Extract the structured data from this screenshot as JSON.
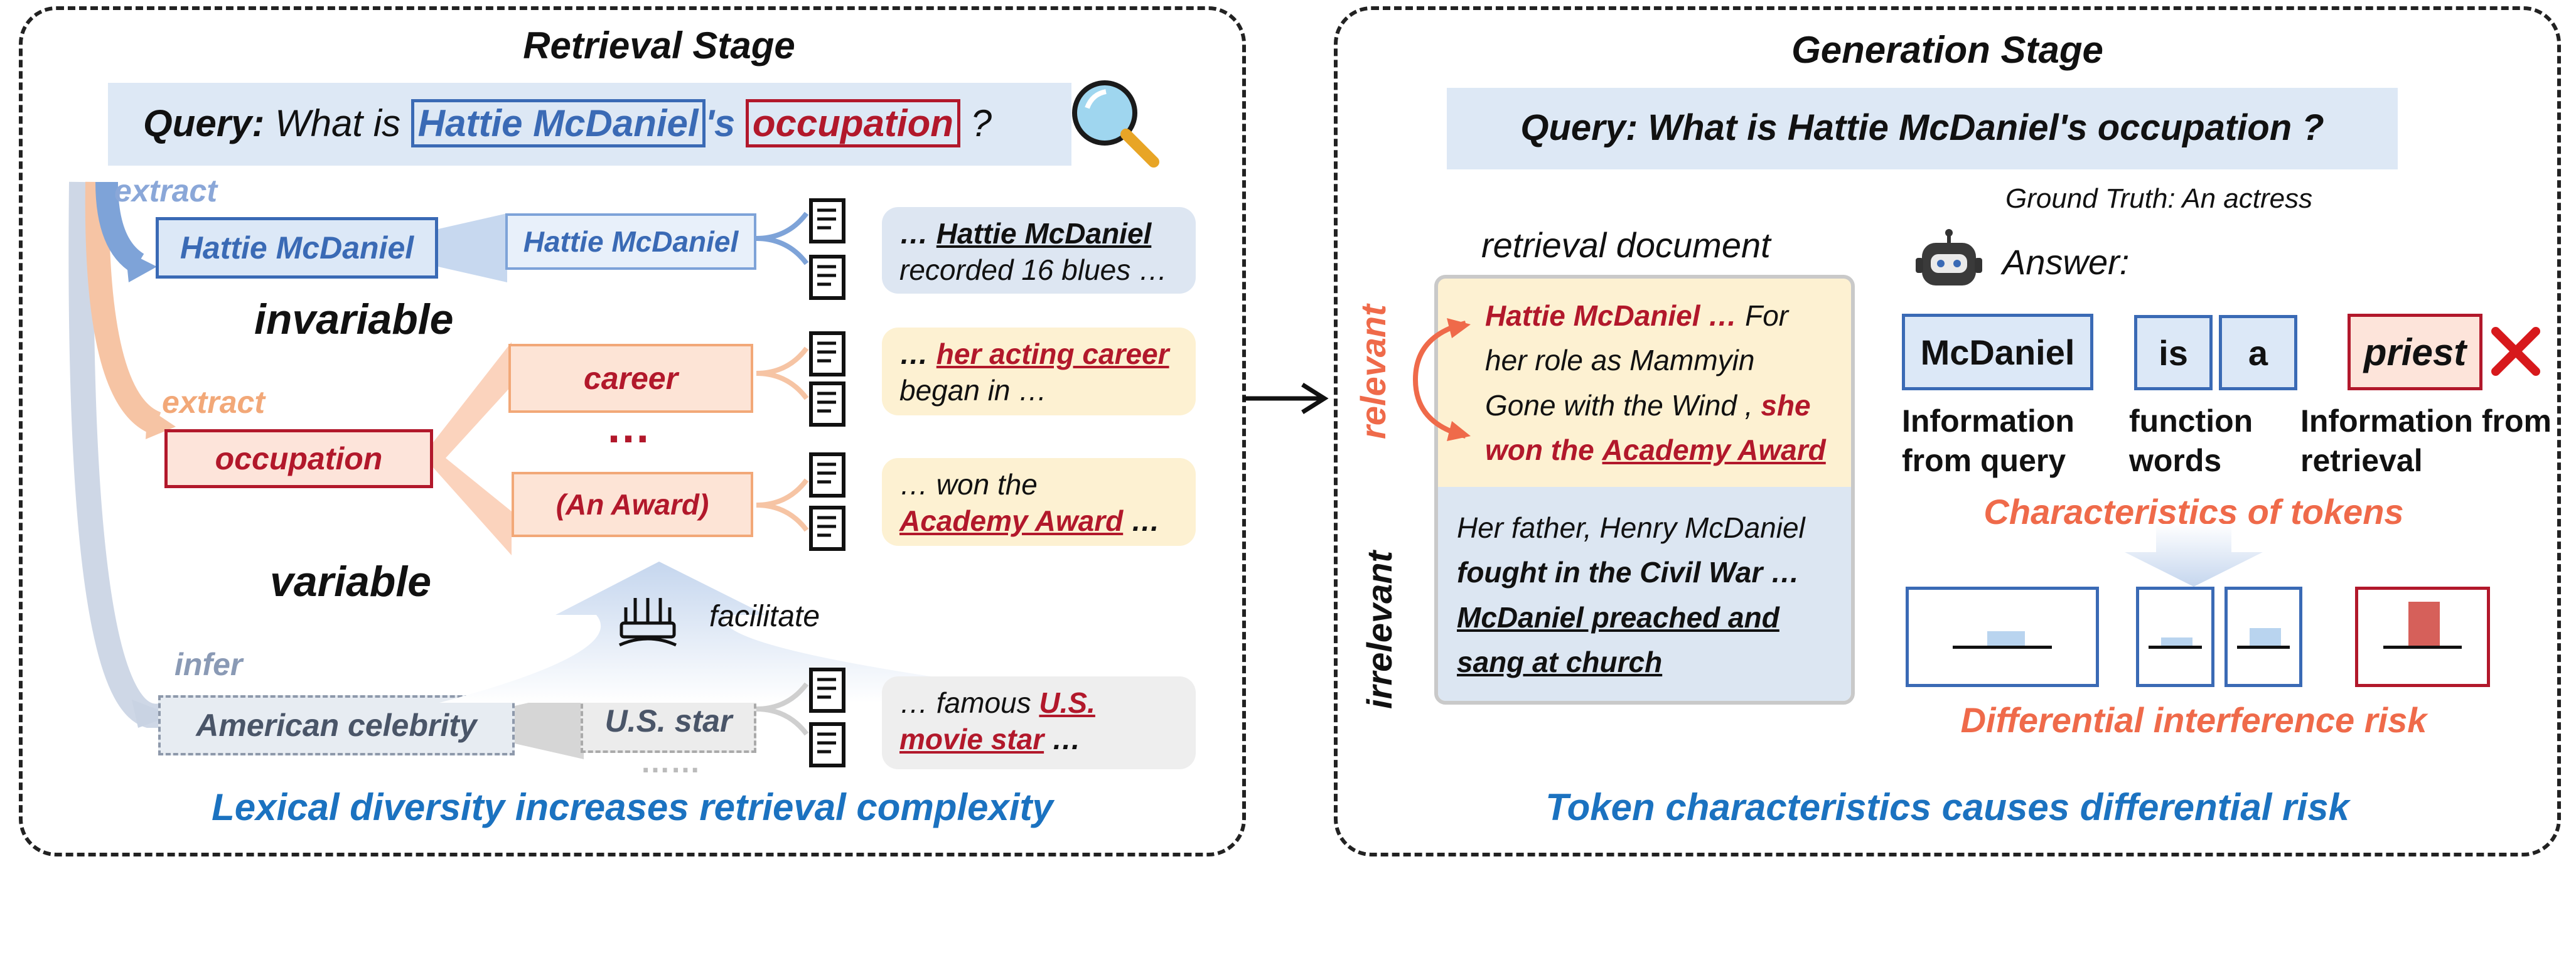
{
  "retrieval": {
    "title": "Retrieval Stage",
    "query_label": "Query:",
    "query_prefix": "What is",
    "query_entity": "Hattie McDaniel",
    "query_s": "'s",
    "query_attr": "occupation",
    "query_qmark": "?",
    "extract_top": "extract",
    "extract_mid": "extract",
    "infer": "infer",
    "entity_box": "Hattie McDaniel",
    "entity_variant": "Hattie McDaniel",
    "invariable": "invariable",
    "variable": "variable",
    "attr_box": "occupation",
    "career": "career",
    "ellipsis": "…",
    "award": "(An Award)",
    "facilitate": "facilitate",
    "celebrity": "American celebrity",
    "us_star": "U.S. star",
    "more": "……",
    "bubble1": {
      "lead": "…",
      "ul": "Hattie McDaniel",
      "rest": "recorded 16 blues …"
    },
    "bubble2": {
      "lead": "…",
      "ul": "her acting career",
      "rest": "began in …"
    },
    "bubble3": {
      "lead": "…  won the",
      "ul": "Academy Award",
      "rest": "…"
    },
    "bubble4": {
      "lead": "…  famous",
      "ul": "U.S. movie star",
      "rest": "…"
    },
    "footer": "Lexical diversity increases retrieval complexity"
  },
  "generation": {
    "title": "Generation Stage",
    "query": "Query: What is Hattie McDaniel's occupation ?",
    "ground_truth": "Ground Truth: An actress",
    "doc_label": "retrieval document",
    "relevant": "relevant",
    "irrelevant": "irrelevant",
    "rel_text_a": "Hattie McDaniel …",
    "rel_text_b": "For her role as Mammyin Gone with the Wind ,",
    "rel_text_c": "she won the",
    "rel_text_d": "Academy Award",
    "irr_text_a": "Her father, Henry McDaniel",
    "irr_text_b": "fought in the Civil War …",
    "irr_text_c": "McDaniel preached and sang at church",
    "answer_label": "Answer:",
    "tokens": [
      "McDaniel",
      "is",
      "a",
      "priest"
    ],
    "cap_query": "Information from query",
    "cap_function": "function words",
    "cap_retrieval": "Information from retrieval",
    "characteristics": "Characteristics of tokens",
    "risk": "Differential interference risk",
    "risk_levels": [
      0.25,
      0.15,
      0.3,
      0.75
    ],
    "footer": "Token characteristics causes differential risk"
  },
  "colors": {
    "blue": "#3a6ab5",
    "red": "#b2182b",
    "orange": "#ef6a4a",
    "footer": "#1b72c0"
  }
}
